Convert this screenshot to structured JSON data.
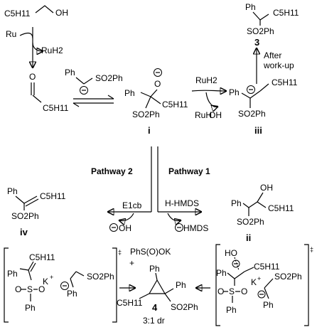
{
  "top_left": {
    "reactant": "C5H11",
    "oh": "OH",
    "catalyst": "Ru",
    "product_h2": "RuH2"
  },
  "aldehyde": {
    "o": "O",
    "r": "C5H11"
  },
  "reagent": {
    "ph": "Ph",
    "so2ph": "SO2Ph"
  },
  "intermediate_i": {
    "ph": "Ph",
    "o": "O",
    "r": "C5H11",
    "so2ph": "SO2Ph",
    "label": "i"
  },
  "step_iii": {
    "ruh2": "RuH2",
    "ruhoh": "RuH",
    "oh": "OH",
    "label": "iii",
    "ph": "Ph",
    "r": "C5H11",
    "so2ph": "SO2Ph"
  },
  "product_3": {
    "ph": "Ph",
    "r": "C5H11",
    "so2ph": "SO2Ph",
    "label": "3"
  },
  "after": {
    "line1": "After",
    "line2": "work-up"
  },
  "pathway2": "Pathway 2",
  "pathway1": "Pathway 1",
  "e1cb": "E1cb",
  "hoh": "OH",
  "hhmds": "H-HMDS",
  "hmds": "HMDS",
  "iv": {
    "ph": "Ph",
    "r": "C5H11",
    "so2ph": "SO2Ph",
    "label": "iv"
  },
  "ii": {
    "oh": "OH",
    "ph": "Ph",
    "r": "C5H11",
    "so2ph": "SO2Ph",
    "label": "ii"
  },
  "bottom_left": {
    "r": "C5H11",
    "ph": "Ph",
    "k": "K",
    "s": "S",
    "o": "O",
    "so2ph": "SO2Ph",
    "ph2": "Ph",
    "dagger": "‡"
  },
  "product_4": {
    "phsook": "PhS(O)OK",
    "ph": "Ph",
    "r": "C5H11",
    "label": "4",
    "so2ph": "SO2Ph",
    "dr": "3:1 dr"
  },
  "bottom_right": {
    "ho": "HO",
    "ph": "Ph",
    "r": "C5H11",
    "so2ph": "SO2Ph",
    "k": "K",
    "s": "S",
    "o": "O",
    "dagger": "‡"
  }
}
